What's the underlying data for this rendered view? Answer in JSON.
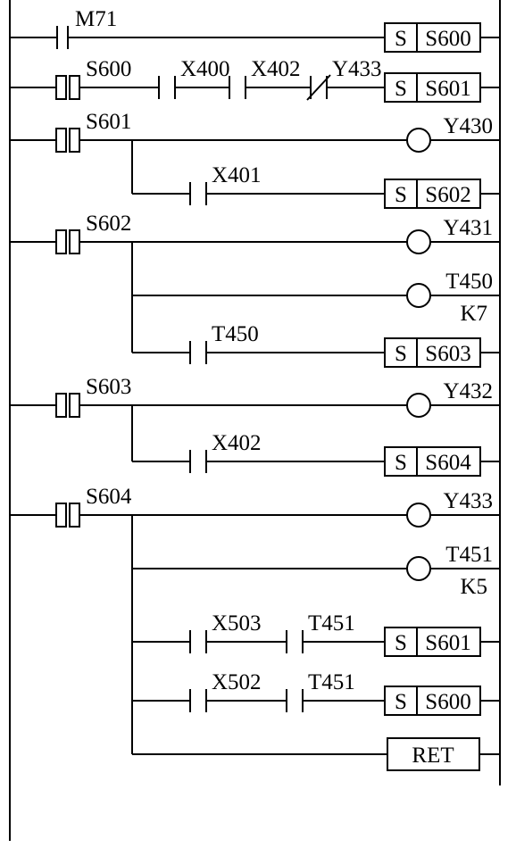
{
  "diagram": {
    "rungs": [
      {
        "start": {
          "type": "contact",
          "label": "M71"
        },
        "series": [],
        "output": {
          "type": "set",
          "prefix": "S",
          "label": "S600"
        }
      },
      {
        "start": {
          "type": "step",
          "label": "S600"
        },
        "series": [
          {
            "type": "no",
            "label": "X400"
          },
          {
            "type": "no",
            "label": "X402"
          },
          {
            "type": "nc",
            "label": "Y433"
          }
        ],
        "output": {
          "type": "set",
          "prefix": "S",
          "label": "S601"
        }
      },
      {
        "start": {
          "type": "step",
          "label": "S601"
        },
        "series": [],
        "output": {
          "type": "coil",
          "label": "Y430"
        }
      },
      {
        "start": {
          "type": "branch"
        },
        "series": [
          {
            "type": "no",
            "label": "X401"
          }
        ],
        "output": {
          "type": "set",
          "prefix": "S",
          "label": "S602"
        }
      },
      {
        "start": {
          "type": "step",
          "label": "S602"
        },
        "series": [],
        "output": {
          "type": "coil",
          "label": "Y431"
        }
      },
      {
        "start": {
          "type": "branch"
        },
        "series": [],
        "output": {
          "type": "coil",
          "label": "T450",
          "param": "K7"
        }
      },
      {
        "start": {
          "type": "branch"
        },
        "series": [
          {
            "type": "no",
            "label": "T450"
          }
        ],
        "output": {
          "type": "set",
          "prefix": "S",
          "label": "S603"
        }
      },
      {
        "start": {
          "type": "step",
          "label": "S603"
        },
        "series": [],
        "output": {
          "type": "coil",
          "label": "Y432"
        }
      },
      {
        "start": {
          "type": "branch"
        },
        "series": [
          {
            "type": "no",
            "label": "X402"
          }
        ],
        "output": {
          "type": "set",
          "prefix": "S",
          "label": "S604"
        }
      },
      {
        "start": {
          "type": "step",
          "label": "S604"
        },
        "series": [],
        "output": {
          "type": "coil",
          "label": "Y433"
        }
      },
      {
        "start": {
          "type": "branch"
        },
        "series": [],
        "output": {
          "type": "coil",
          "label": "T451",
          "param": "K5"
        }
      },
      {
        "start": {
          "type": "branch"
        },
        "series": [
          {
            "type": "no",
            "label": "X503"
          },
          {
            "type": "no",
            "label": "T451"
          }
        ],
        "output": {
          "type": "set",
          "prefix": "S",
          "label": "S601"
        }
      },
      {
        "start": {
          "type": "branch"
        },
        "series": [
          {
            "type": "no",
            "label": "X502"
          },
          {
            "type": "no",
            "label": "T451"
          }
        ],
        "output": {
          "type": "set",
          "prefix": "S",
          "label": "S600"
        }
      },
      {
        "start": {
          "type": "branch"
        },
        "series": [],
        "output": {
          "type": "box",
          "label": "RET"
        }
      }
    ]
  }
}
